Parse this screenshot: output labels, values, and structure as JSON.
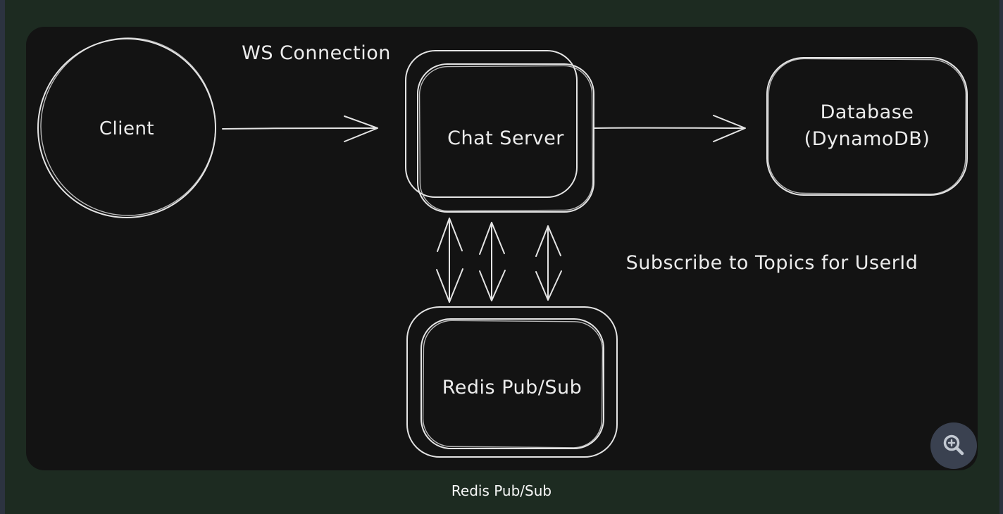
{
  "page": {
    "background_color": "#1d2b21",
    "left_strip_color": "#2c3340",
    "right_strip_color": "#2c3340"
  },
  "canvas": {
    "background_color": "#131313",
    "stroke_color": "#e4e4e4"
  },
  "diagram": {
    "nodes": {
      "client": {
        "label": "Client",
        "shape": "circle"
      },
      "chat_server": {
        "label": "Chat Server",
        "shape": "double-rounded-rect"
      },
      "database": {
        "label_line1": "Database",
        "label_line2": "(DynamoDB)",
        "shape": "rounded-rect"
      },
      "redis": {
        "label": "Redis Pub/Sub",
        "shape": "double-rounded-rect"
      }
    },
    "edges": {
      "ws_connection": {
        "label": "WS Connection",
        "from": "client",
        "to": "chat_server"
      },
      "chat_to_db": {
        "label": "",
        "from": "chat_server",
        "to": "database"
      },
      "subscribe": {
        "label": "Subscribe to Topics for UserId",
        "from": "chat_server",
        "to": "redis",
        "style": "three-double-headed-arrows"
      }
    }
  },
  "controls": {
    "zoom_button": {
      "icon": "zoom-in-icon",
      "color": "#3a4150",
      "glyph_color": "#c3c9d2"
    }
  },
  "caption": "Redis Pub/Sub"
}
